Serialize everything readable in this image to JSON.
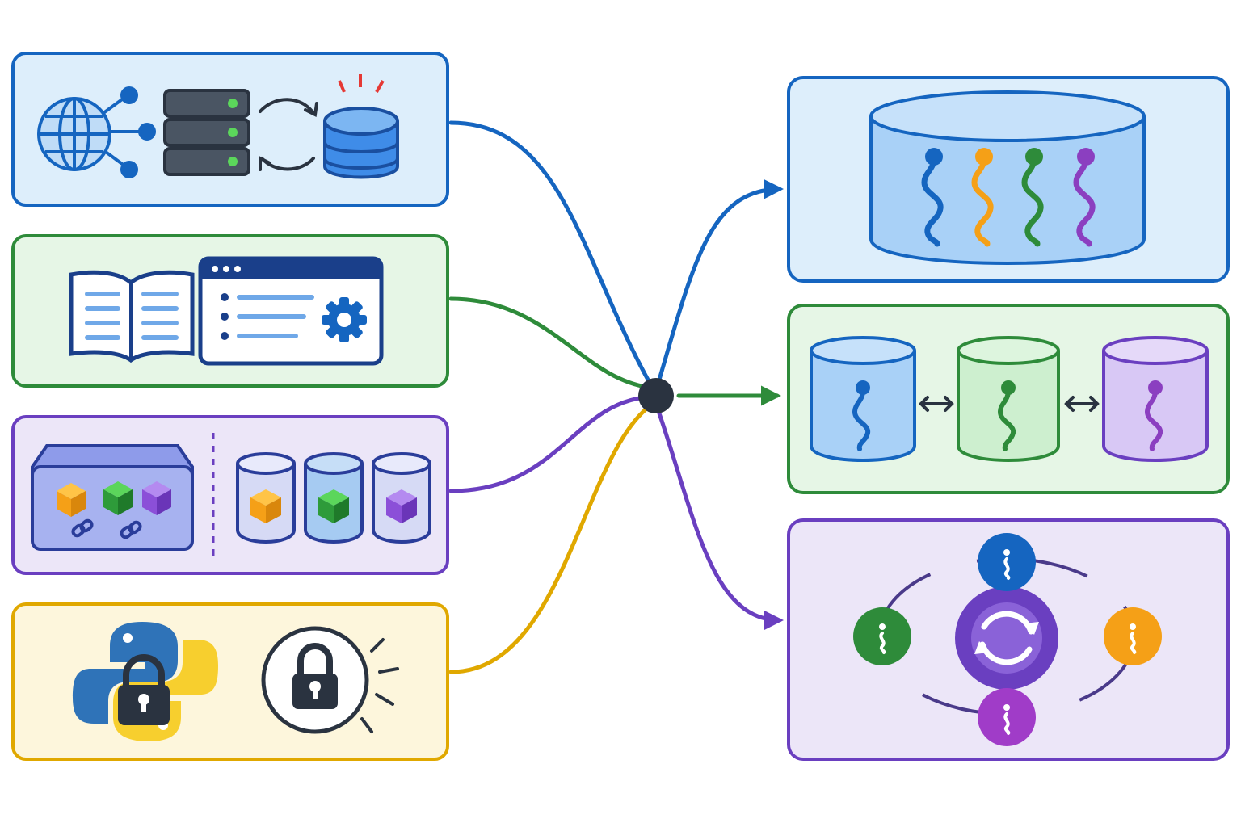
{
  "colors": {
    "blue": "#1565C0",
    "blue_fill": "#DDEEFB",
    "green": "#2E8B3A",
    "green_fill": "#E6F6E6",
    "purple": "#6A3FC0",
    "purple_fill": "#ECE6F8",
    "yellow": "#E0A800",
    "yellow_fill": "#FDF6DC",
    "hub": "#2A3340",
    "orange": "#F5A017",
    "magenta": "#A03CC8",
    "slate": "#4A5563"
  },
  "sources": [
    {
      "id": "network-data-panel",
      "color": "blue",
      "icons": [
        "globe-network-icon",
        "server-rack-icon",
        "sync-arrows-icon",
        "database-icon"
      ]
    },
    {
      "id": "docs-config-panel",
      "color": "green",
      "icons": [
        "open-book-icon",
        "config-window-icon",
        "gear-icon"
      ]
    },
    {
      "id": "containers-panel",
      "color": "purple",
      "icons": [
        "linked-blocks-tray-icon",
        "chain-link-icon",
        "cube-cylinder-icon"
      ]
    },
    {
      "id": "security-panel",
      "color": "yellow",
      "icons": [
        "python-logo-icon",
        "padlock-icon",
        "locked-circle-icon"
      ]
    }
  ],
  "targets": [
    {
      "id": "shared-store-panel",
      "color": "blue",
      "icons": [
        "large-cylinder-icon",
        "threads-icon"
      ]
    },
    {
      "id": "replicated-stores-panel",
      "color": "green",
      "icons": [
        "cylinder-icon",
        "bidirectional-arrow-icon"
      ]
    },
    {
      "id": "scheduler-cycle-panel",
      "color": "purple",
      "icons": [
        "cycle-arrows-icon",
        "thread-node-icon"
      ]
    }
  ]
}
